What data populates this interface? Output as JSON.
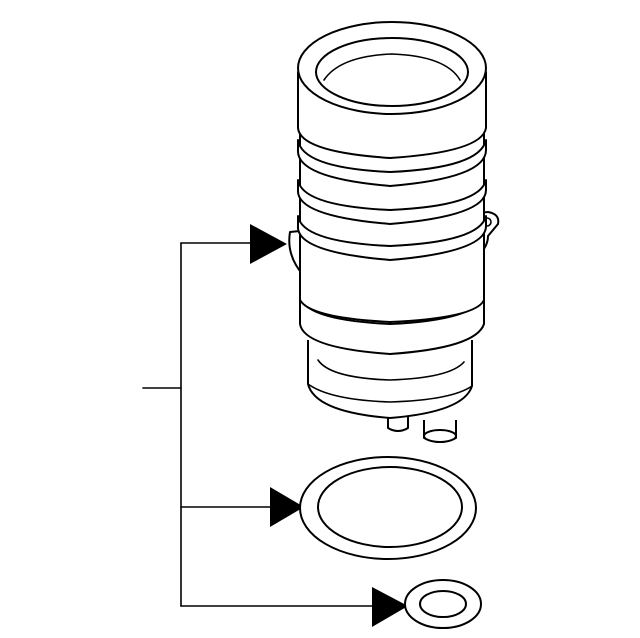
{
  "diagram": {
    "type": "exploded-parts-view",
    "parts": [
      {
        "id": "pump-body",
        "shape": "cylindrical washer pump"
      },
      {
        "id": "large-seal-ring",
        "shape": "gasket ring"
      },
      {
        "id": "small-seal-ring",
        "shape": "gasket ring"
      }
    ],
    "callout": {
      "arrow_count": 3,
      "colors": {
        "line": "#000000",
        "background": "#ffffff"
      }
    }
  }
}
